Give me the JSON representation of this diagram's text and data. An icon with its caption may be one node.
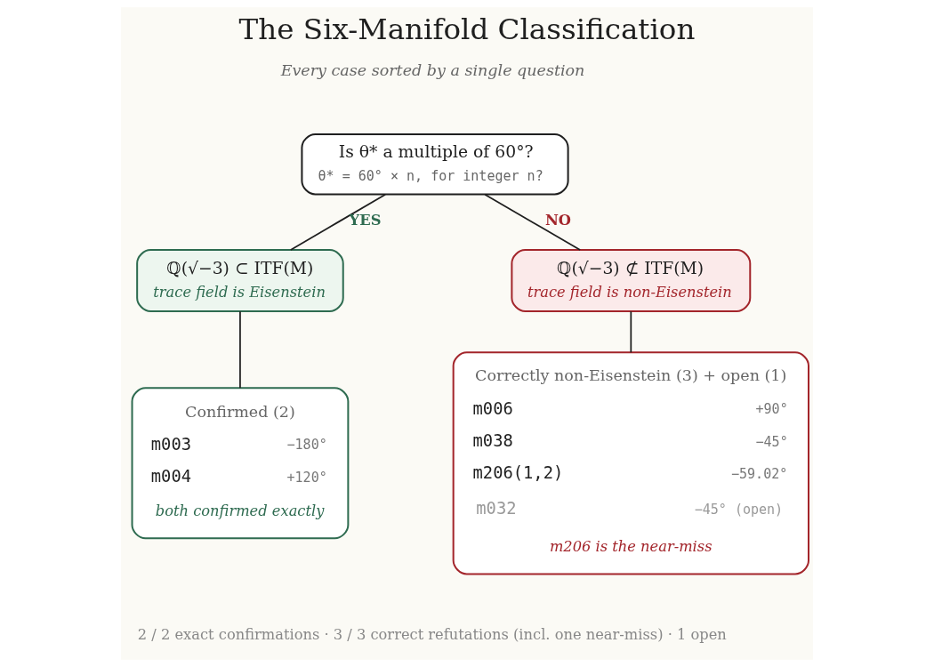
{
  "diagram": {
    "title": "The Six-Manifold Classification",
    "nodes": [
      {
        "text": [
          "Is θ* a multiple of 60°?",
          "θ* = 60° × n, for integer n?"
        ]
      },
      {
        "text": [
          "ℚ(√−3) ⊂ ITF(M)",
          "trace field is Eisenstein"
        ]
      },
      {
        "text": [
          "ℚ(√−3) ⊄ ITF(M)",
          "trace field is non-Eisenstein"
        ]
      },
      {
        "text": [
          "Confirmed (2)",
          "m003",
          "−180°",
          "m004",
          "+120°",
          "both confirmed exactly"
        ]
      },
      {
        "text": [
          "Correctly non-Eisenstein (3) + open (1)",
          "m006",
          "+90°",
          "m038",
          "−45°",
          "m206(1,2)",
          "−59.02°",
          "m032",
          "−45° (open)",
          "m206 is the near-miss"
        ]
      }
    ],
    "edges": [
      {
        "from": 0,
        "to": 1,
        "arrow": "none",
        "label": "YES"
      },
      {
        "from": 0,
        "to": 2,
        "arrow": "none",
        "label": "NO"
      },
      {
        "from": 1,
        "to": 3,
        "arrow": "none"
      },
      {
        "from": 2,
        "to": 4,
        "arrow": "none"
      }
    ],
    "labels": [
      "Every case sorted by a single question",
      "2 / 2 exact confirmations · 3 / 3 correct refutations (incl. one near-miss) · 1 open"
    ]
  }
}
